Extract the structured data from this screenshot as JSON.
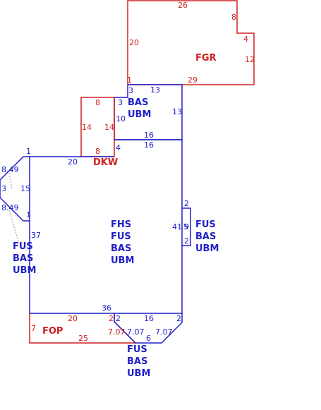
{
  "colors": {
    "red": "#d02020",
    "blue": "#2020c8",
    "leader": "#999999"
  },
  "areas": {
    "fgr": {
      "label": "FGR"
    },
    "bas_top": {
      "line1": "BAS",
      "line2": "UBM"
    },
    "dkw": {
      "label": "DKW"
    },
    "main": {
      "line1": "FHS",
      "line2": "FUS",
      "line3": "BAS",
      "line4": "UBM"
    },
    "right_bay": {
      "line1": "FUS",
      "line2": "BAS",
      "line3": "UBM"
    },
    "left_bay": {
      "line1": "FUS",
      "line2": "BAS",
      "line3": "UBM"
    },
    "fop": {
      "label": "FOP"
    },
    "bottom_bay": {
      "line1": "FUS",
      "line2": "BAS",
      "line3": "UBM"
    }
  },
  "dims": {
    "fgr_top": "26",
    "fgr_notch_v": "8",
    "fgr_notch_h": "4",
    "fgr_right": "12",
    "fgr_left": "20",
    "fgr_corner": "1",
    "fgr_bottom": "29",
    "bas_top_left": "3",
    "bas_top_top": "13",
    "bas_top_right": "13",
    "bas_top_bottom": "16",
    "dkw_top": "8",
    "dkw_side3": "3",
    "dkw_left": "14",
    "dkw_right": "14",
    "dkw_mid": "10",
    "dkw_bottom": "8",
    "dkw_corner4": "4",
    "main_top_right": "16",
    "main_left_corner": "1",
    "main_top_left": "20",
    "left_bay_top": "8.49",
    "left_bay_left": "3",
    "left_bay_side": "15",
    "left_bay_bottom": "8.49",
    "left_bay_corner": "1",
    "main_left": "37",
    "right_bay_top": "2",
    "right_bay_main": "41",
    "right_bay_mid1": "5",
    "right_bay_mid2": "9",
    "right_bay_bottom": "2",
    "main_bottom": "36",
    "fop_left": "7",
    "fop_top": "20",
    "fop_corner": "2",
    "fop_bottom": "25",
    "fop_diag": "7.07",
    "bottom_bay_corner_l": "2",
    "bottom_bay_top": "16",
    "bottom_bay_corner_r": "2",
    "bottom_bay_diag_l": "7.07",
    "bottom_bay_bottom": "6",
    "bottom_bay_diag_r": "7.07"
  }
}
